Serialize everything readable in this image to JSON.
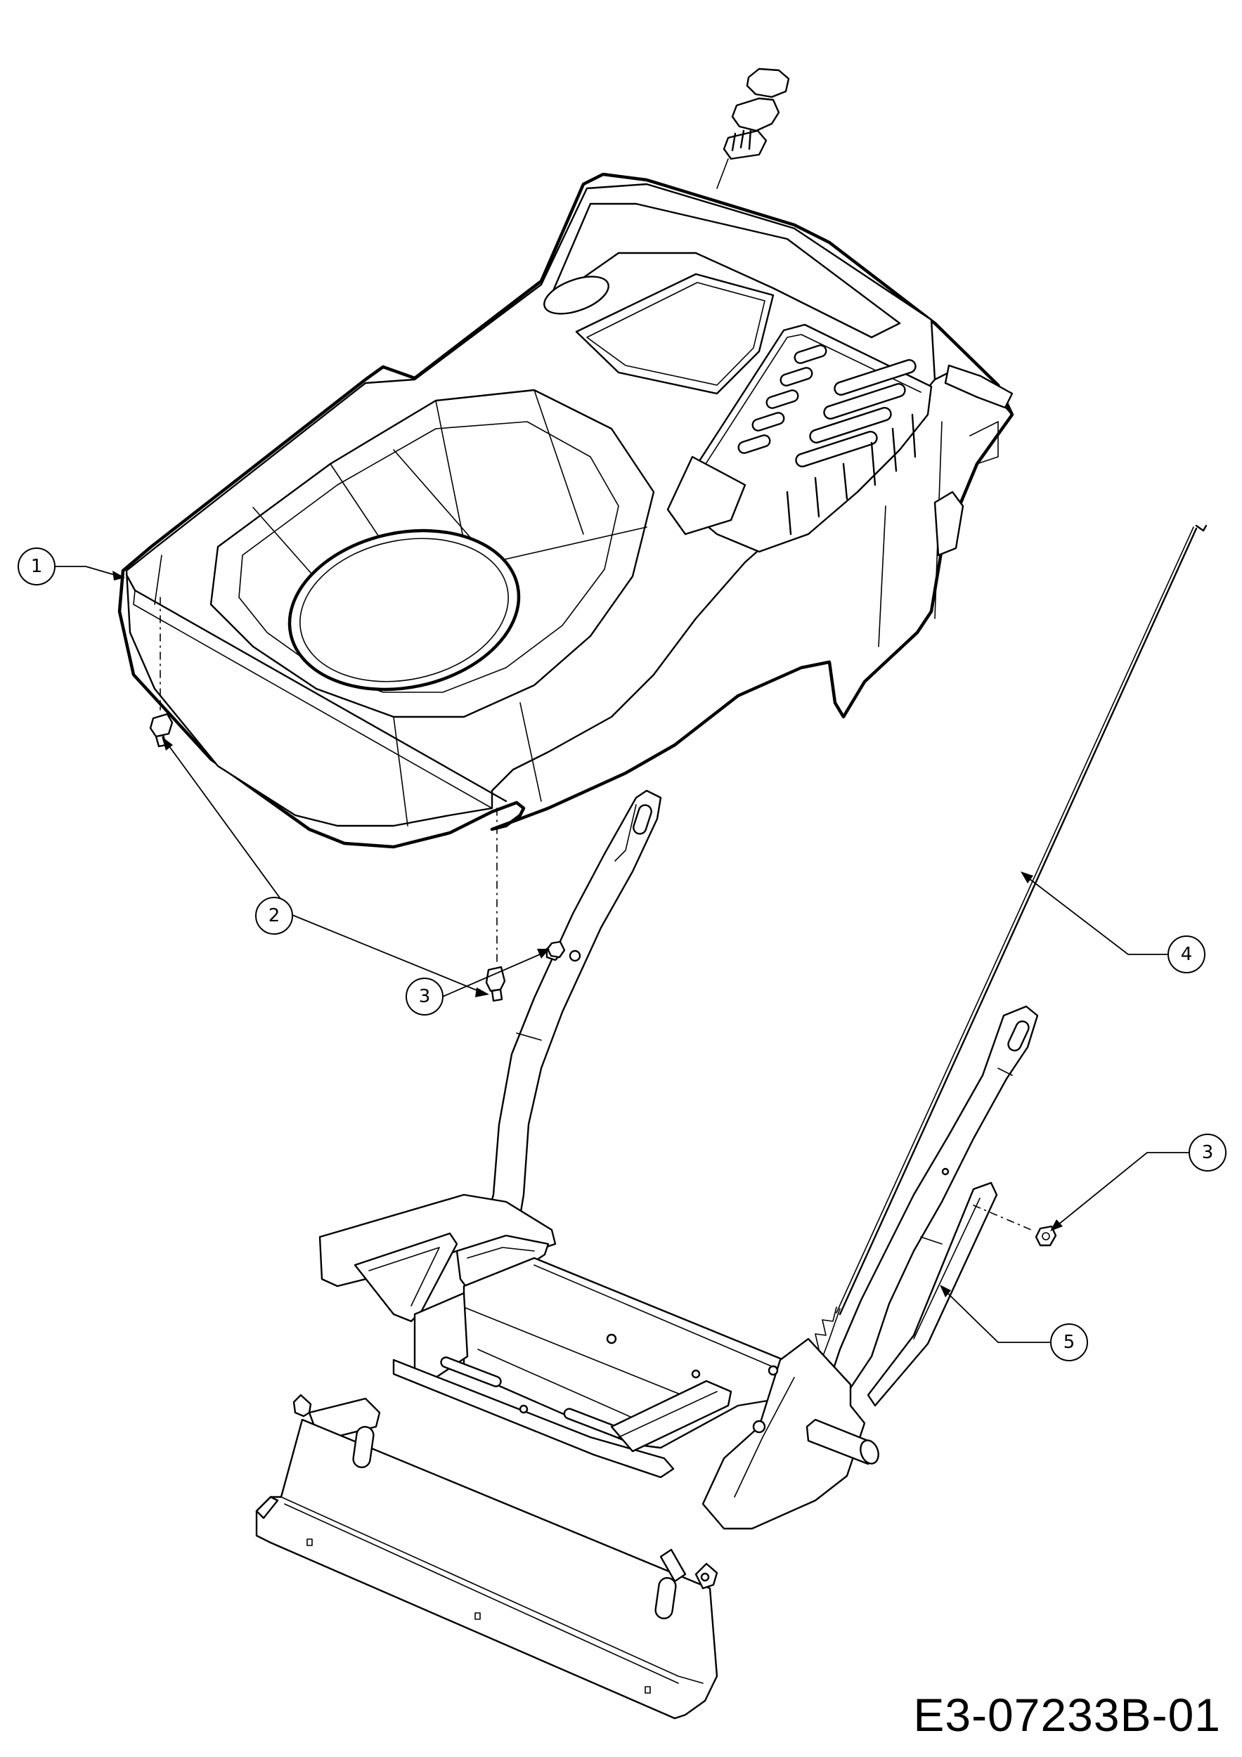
{
  "drawing_code": "E3-07233B-01",
  "callouts": [
    {
      "id": "c1",
      "label": "1"
    },
    {
      "id": "c2",
      "label": "2"
    },
    {
      "id": "c3a",
      "label": "3"
    },
    {
      "id": "c4",
      "label": "4"
    },
    {
      "id": "c3b",
      "label": "3"
    },
    {
      "id": "c5",
      "label": "5"
    }
  ]
}
